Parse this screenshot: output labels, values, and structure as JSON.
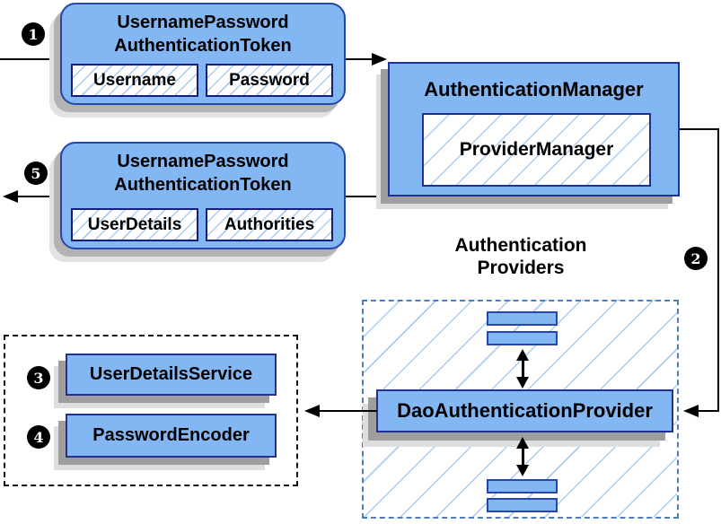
{
  "nodes": {
    "request_token": {
      "title": [
        "UsernamePassword",
        "AuthenticationToken"
      ],
      "fields": [
        "Username",
        "Password"
      ]
    },
    "authentication_manager": {
      "title": "AuthenticationManager",
      "inner": "ProviderManager"
    },
    "result_token": {
      "title": [
        "UsernamePassword",
        "AuthenticationToken"
      ],
      "fields": [
        "UserDetails",
        "Authorities"
      ]
    },
    "providers": {
      "heading": [
        "Authentication",
        "Providers"
      ],
      "main_provider": "DaoAuthenticationProvider"
    },
    "services": {
      "items": [
        "UserDetailsService",
        "PasswordEncoder"
      ]
    }
  },
  "badges": {
    "step1": "1",
    "step2": "2",
    "step3": "3",
    "step4": "4",
    "step5": "5"
  },
  "colors": {
    "node_fill": "#82b7f4",
    "node_border": "#1e3391",
    "hatch_line": "#a9ccf0",
    "providers_dashed_border": "#4a7ebf",
    "shadow": "#9e9e9e",
    "connector": "#000000"
  }
}
